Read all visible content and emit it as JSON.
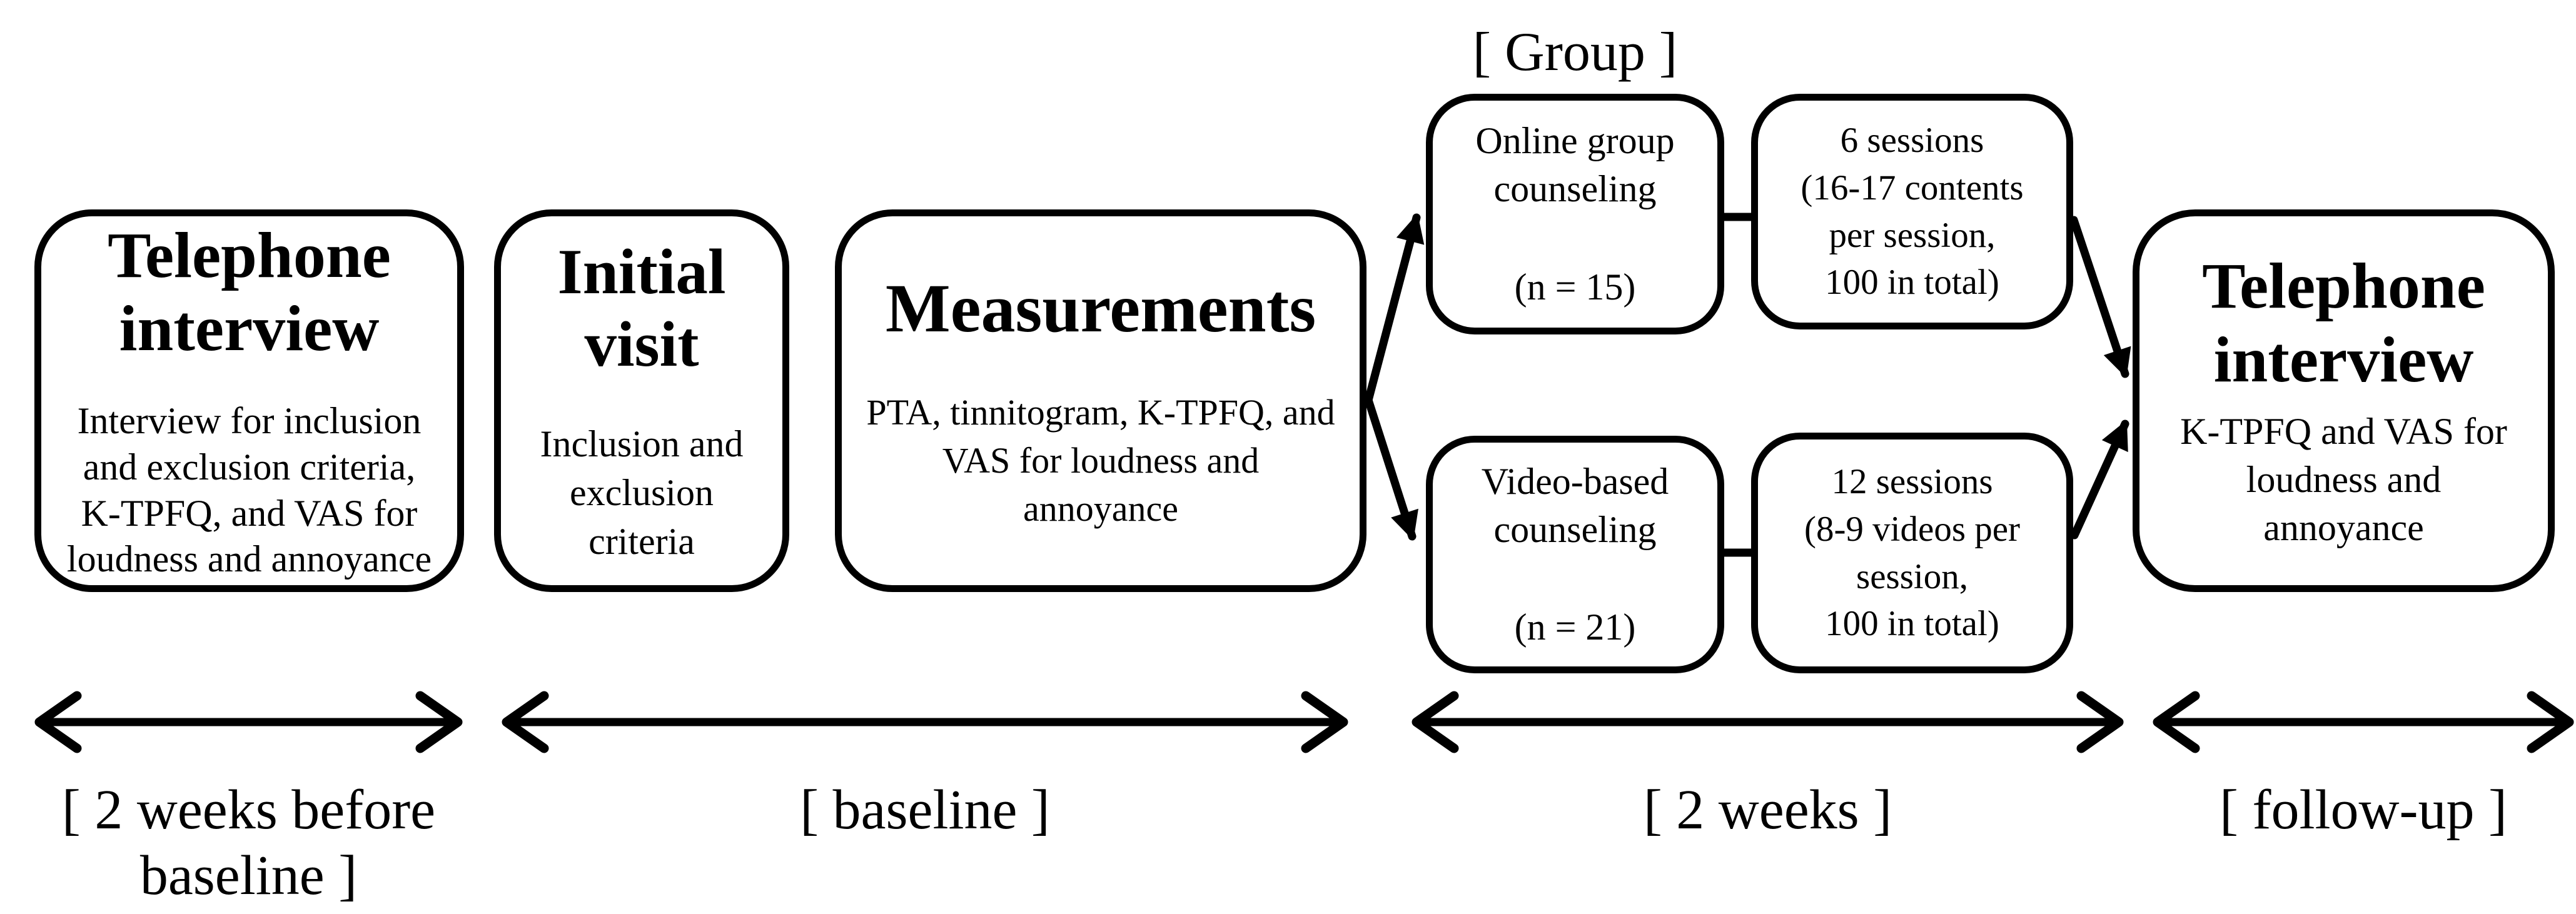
{
  "colors": {
    "ink": "#000000",
    "background": "#ffffff"
  },
  "group_label": "[ Group ]",
  "boxes": {
    "screening_interview": {
      "title": "Telephone\ninterview",
      "body": "Interview for inclusion\nand exclusion criteria,\nK-TPFQ, and VAS for\nloudness and annoyance"
    },
    "initial_visit": {
      "title": "Initial\nvisit",
      "body": "Inclusion and\nexclusion\ncriteria"
    },
    "measurements": {
      "title": "Measurements",
      "body": "PTA, tinnitogram, K-TPFQ, and\nVAS for loudness and\nannoyance"
    },
    "online_group": {
      "name": "Online group\ncounseling",
      "n": "(n = 15)"
    },
    "online_sessions": {
      "body": "6 sessions\n(16-17 contents\nper session,\n100 in total)"
    },
    "video_group": {
      "name": "Video-based\ncounseling",
      "n": "(n = 21)"
    },
    "video_sessions": {
      "body": "12 sessions\n(8-9 videos per\nsession,\n100 in total)"
    },
    "followup_interview": {
      "title": "Telephone\ninterview",
      "body": "K-TPFQ and VAS for\nloudness and\nannoyance"
    }
  },
  "timeline": [
    {
      "label": "[ 2 weeks before\nbaseline ]"
    },
    {
      "label": "[ baseline ]"
    },
    {
      "label": "[ 2 weeks ]"
    },
    {
      "label": "[ follow-up ]"
    }
  ]
}
